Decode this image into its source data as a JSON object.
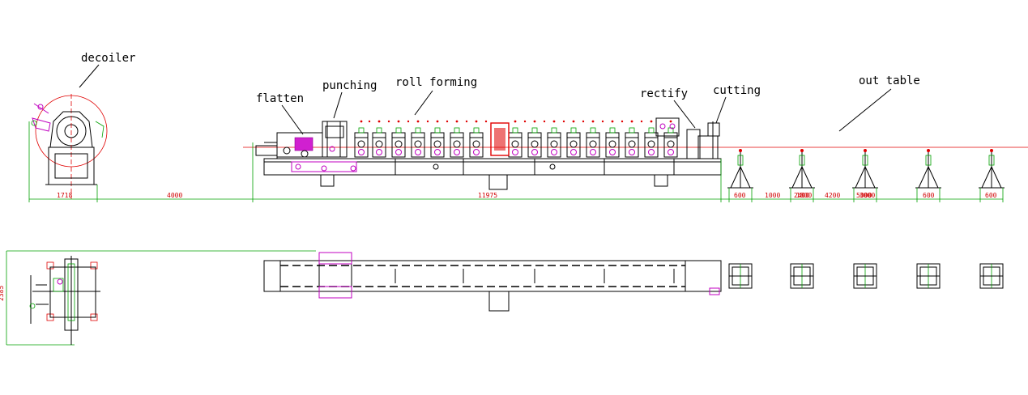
{
  "labels": {
    "decoiler": "decoiler",
    "flatten": "flatten",
    "punching": "punching",
    "roll_forming": "roll forming",
    "rectify": "rectify",
    "cutting": "cutting",
    "out_table": "out table"
  },
  "dimensions": {
    "decoiler_width": "1718",
    "gap_to_line": "4000",
    "line_length": "11975",
    "table_1": "600",
    "gap_1": "1000",
    "overlap_a": "2400",
    "overlap_b": "1800",
    "gap_2": "4200",
    "overlap_c": "5000",
    "overlap_d": "3000",
    "table_4": "600",
    "table_5": "600",
    "plan_width": "2385"
  },
  "colors": {
    "outline": "#000000",
    "dimension": "#00a000",
    "dimension_text": "#d00000",
    "centerline": "#e00000",
    "highlight": "#c000c0"
  }
}
